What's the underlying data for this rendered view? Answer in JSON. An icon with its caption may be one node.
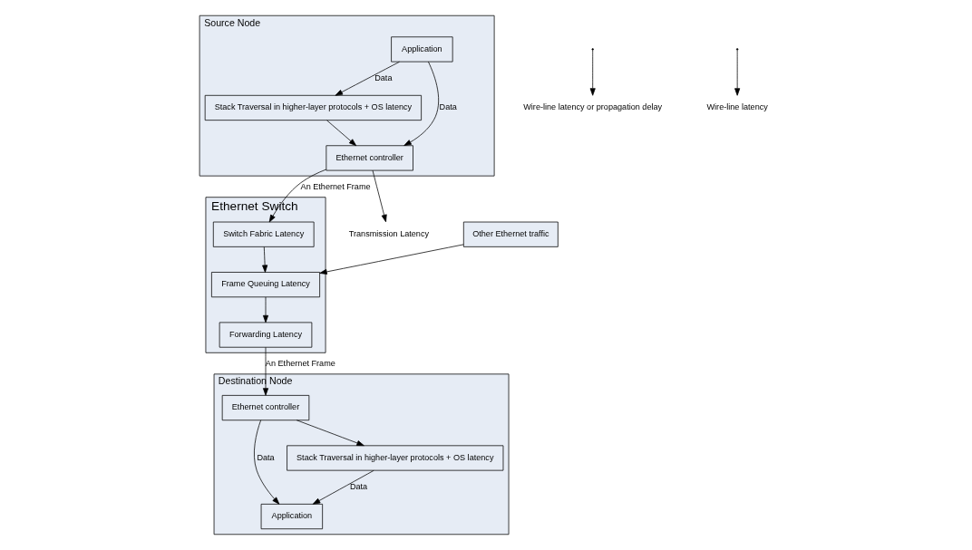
{
  "diagram": {
    "nodes": [
      {
        "text": [
          "Source Node"
        ]
      },
      {
        "text": [
          "Application"
        ],
        "in": 0
      },
      {
        "text": [
          "Stack Traversal in higher-layer protocols + OS latency"
        ],
        "in": 0
      },
      {
        "text": [
          "Ethernet controller"
        ],
        "in": 0
      },
      {
        "text": [
          "Destination Node"
        ]
      },
      {
        "text": [
          "Application"
        ],
        "in": 4
      },
      {
        "text": [
          "Stack Traversal in higher-layer protocols + OS latency"
        ],
        "in": 4
      },
      {
        "text": [
          "Ethernet controller"
        ],
        "in": 4
      },
      {
        "text": [
          "Other Ethernet traffic"
        ]
      },
      {
        "text": [
          "Ethernet Switch"
        ]
      },
      {
        "text": [
          "Switch Fabric Latency"
        ],
        "in": 9
      },
      {
        "text": [
          "Frame Queuing Latency"
        ],
        "in": 9
      },
      {
        "text": [
          "Forwarding Latency"
        ],
        "in": 9
      },
      {
        "text": [
          "Transmission Latency"
        ]
      },
      {
        "text": [
          "Wire-line latency or propagation delay"
        ]
      },
      {
        "text": [
          "Wire-line latency"
        ]
      }
    ],
    "edges": [
      {
        "from": 1,
        "to": 2,
        "arrow": "to",
        "label": "Data"
      },
      {
        "from": 1,
        "to": 3,
        "arrow": "to",
        "label": "Data"
      },
      {
        "from": 2,
        "to": 3,
        "arrow": "to"
      },
      {
        "from": 3,
        "to": 10,
        "arrow": "to",
        "label": "An Ethernet Frame"
      },
      {
        "from": 10,
        "to": 11,
        "arrow": "to"
      },
      {
        "from": 11,
        "to": 12,
        "arrow": "to"
      },
      {
        "from": 8,
        "to": 11,
        "arrow": "to"
      },
      {
        "from": 12,
        "to": 7,
        "arrow": "to",
        "label": "An Ethernet Frame"
      },
      {
        "from": 7,
        "to": 6,
        "arrow": "to"
      },
      {
        "from": 6,
        "to": 5,
        "arrow": "to",
        "label": "Data"
      },
      {
        "from": 7,
        "to": 5,
        "arrow": "to",
        "label": "Data"
      },
      {
        "from": 3,
        "to": 13,
        "arrow": "to"
      },
      {
        "from": null,
        "to": 14,
        "arrow": "to"
      },
      {
        "from": null,
        "to": 15,
        "arrow": "to"
      }
    ]
  }
}
